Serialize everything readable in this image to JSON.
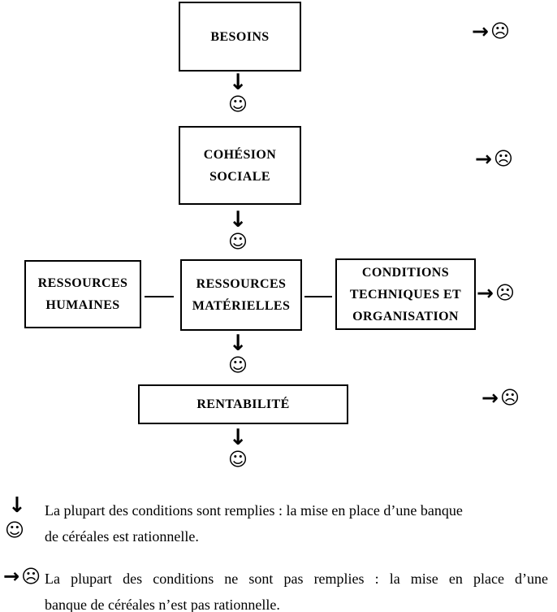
{
  "diagram": {
    "boxes": {
      "besoins": "BESOINS",
      "cohesion_sociale": "COHÉSION\nSOCIALE",
      "ressources_humaines": "RESSOURCES\nHUMAINES",
      "ressources_materielles": "RESSOURCES\nMATÉRIELLES",
      "conditions_techniques": "CONDITIONS\nTECHNIQUES ET\nORGANISATION",
      "rentabilite": "RENTABILITÉ"
    },
    "icons": {
      "down_arrow": "↓",
      "right_arrow": "→",
      "smiley": "☺",
      "frown": "☹"
    },
    "colors": {
      "foreground": "#000000",
      "background": "#ffffff"
    }
  },
  "legend": {
    "positive": {
      "arrow_icon": "↓",
      "face_icon": "☺",
      "lines": {
        "0": "La plupart des conditions sont remplies : la mise en place d’une banque",
        "1": "de céréales est rationnelle."
      }
    },
    "negative": {
      "arrow_icon": "→",
      "face_icon": "☹",
      "lines": {
        "0": "La plupart des conditions ne sont pas remplies : la mise en place d’une",
        "1": "banque de céréales n’est pas rationnelle."
      }
    }
  }
}
